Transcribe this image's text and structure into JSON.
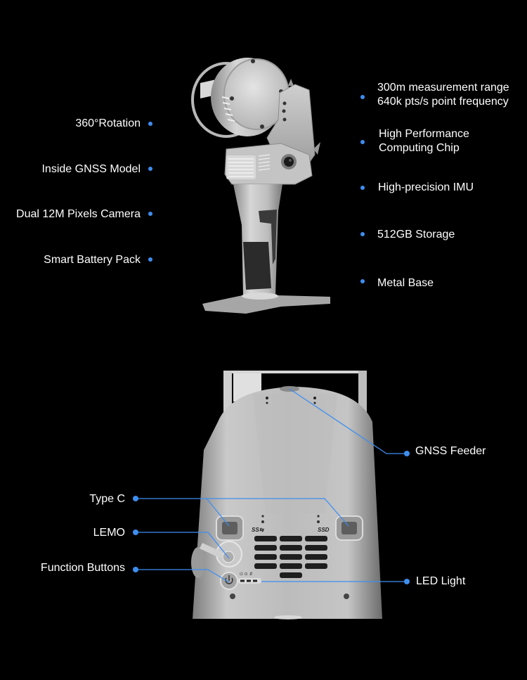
{
  "accent_color": "#3d8ef0",
  "top_section": {
    "left_features": [
      {
        "label": "360°Rotation"
      },
      {
        "label": "Inside GNSS Model"
      },
      {
        "label": "Dual 12M Pixels Camera"
      },
      {
        "label": "Smart Battery Pack"
      }
    ],
    "right_features": [
      {
        "line1": "300m measurement range",
        "line2": "640k pts/s point frequency"
      },
      {
        "line1": "High Performance",
        "line2": "Computing Chip"
      },
      {
        "line1": "High-precision IMU"
      },
      {
        "line1": "512GB Storage"
      },
      {
        "line1": "Metal Base"
      }
    ]
  },
  "bottom_section": {
    "left_callouts": [
      {
        "label": "Type C"
      },
      {
        "label": "LEMO"
      },
      {
        "label": "Function Buttons"
      }
    ],
    "right_callouts": [
      {
        "label": "GNSS Feeder"
      },
      {
        "label": "LED Light"
      }
    ],
    "device_markings": {
      "usb_mark": "SS",
      "ssd_mark": "SSD"
    }
  }
}
